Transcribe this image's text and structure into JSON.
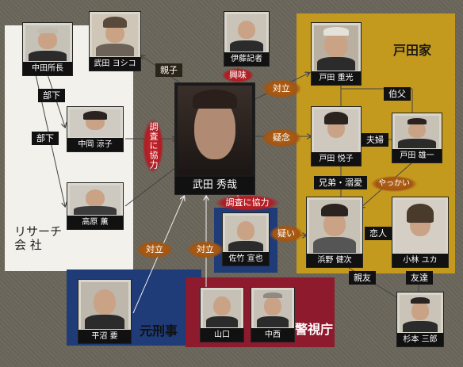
{
  "groups": {
    "toda_family": "戸田家",
    "research_company": "リサーチ\n会 社",
    "ex_detective": "元刑事",
    "police": "警視庁"
  },
  "people": {
    "takeda_hideya": "武田 秀哉",
    "takeda_yoshiko": "武田 ヨシコ",
    "ito_reporter": "伊藤記者",
    "nakata_chief": "中田所長",
    "nakaoka_ryoko": "中岡 涼子",
    "takahara_kaoru": "高原 薫",
    "toda_shigemitsu": "戸田 重光",
    "toda_etsuko": "戸田 悦子",
    "toda_yuichi": "戸田 雄一",
    "hamano_kenji": "浜野 健次",
    "kobayashi_yuka": "小林 ユカ",
    "sasatake_nobuya": "佐竹 宣也",
    "hiranuma_kaname": "平沼 要",
    "yamaguchi": "山口",
    "nakanishi": "中西",
    "sugimoto_saburo": "杉本 三郎"
  },
  "relations": {
    "oyako": "親子",
    "kyoumi": "興味",
    "tairitsu_toda": "対立",
    "gine": "疑念",
    "oji": "伯父",
    "fuufu": "夫婦",
    "kyoudai_dekiai": "兄弟・溺愛",
    "yakkai": "やっかい",
    "koibito": "恋人",
    "utagai": "疑い",
    "shinyu": "親友",
    "tomodachi": "友達",
    "buka1": "部下",
    "buka2": "部下",
    "chousa_kyouryoku_v": "調査に協力",
    "chousa_kyouryoku_h": "調査に協力",
    "tairitsu_left": "対立",
    "tairitsu_mid": "対立"
  }
}
